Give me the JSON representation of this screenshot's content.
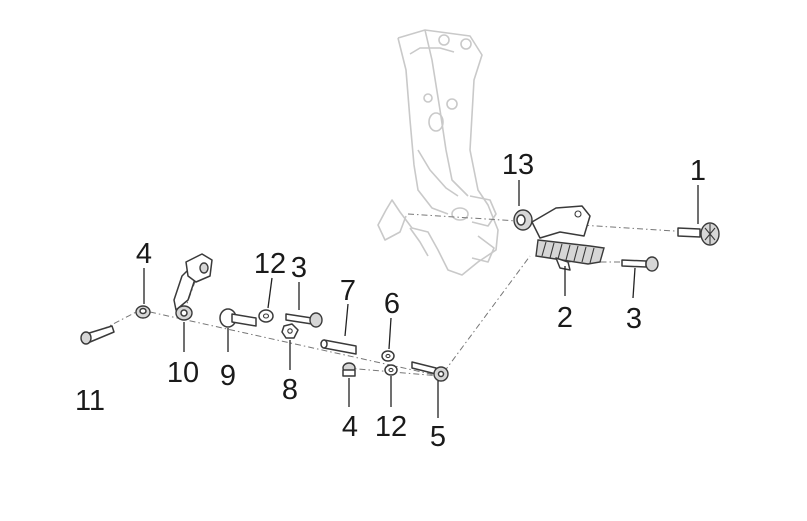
{
  "callouts": {
    "c1": "1",
    "c2": "2",
    "c3a": "3",
    "c3b": "3",
    "c4a": "4",
    "c4b": "4",
    "c5": "5",
    "c6": "6",
    "c7": "7",
    "c8": "8",
    "c9": "9",
    "c10": "10",
    "c11": "11",
    "c12a": "12",
    "c12b": "12",
    "c13": "13"
  }
}
